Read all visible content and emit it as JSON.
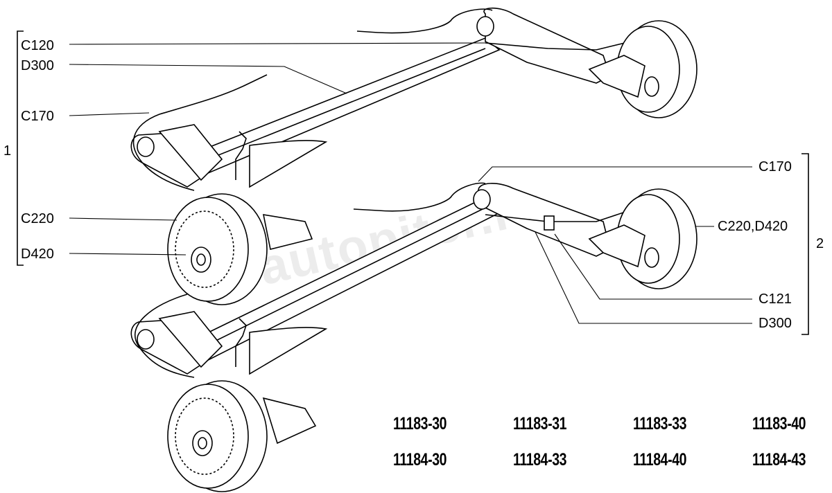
{
  "group1": {
    "number": "1",
    "labels": [
      "C120",
      "D300",
      "C170",
      "C220",
      "D420"
    ]
  },
  "group2": {
    "number": "2",
    "labels": [
      "C170",
      "C220,D420",
      "C121",
      "D300"
    ]
  },
  "model_codes": {
    "row1": [
      "11183-30",
      "11183-31",
      "11183-33",
      "11183-40"
    ],
    "row2": [
      "11184-30",
      "11184-33",
      "11184-40",
      "11184-43"
    ]
  },
  "watermark": "autopiter.ru"
}
